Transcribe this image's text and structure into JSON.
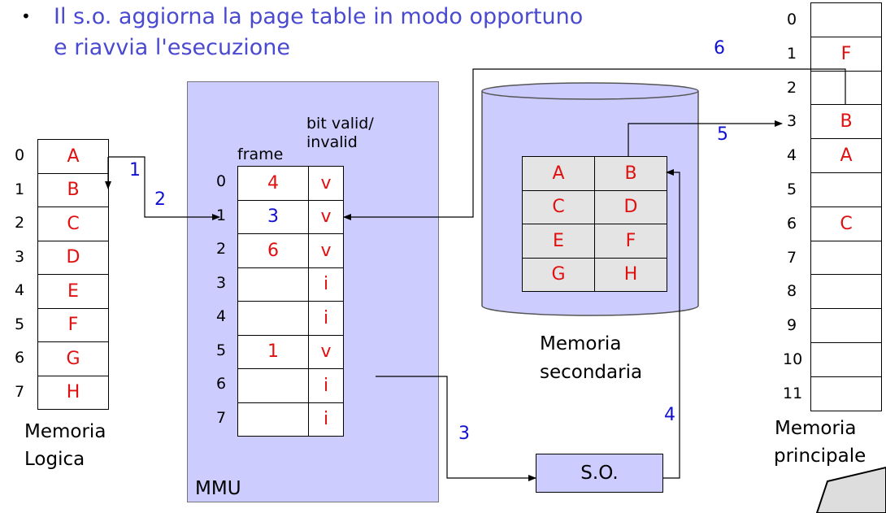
{
  "slide": {
    "bullet_line1": "Il s.o. aggiorna la page table in modo opportuno",
    "bullet_line2": "e riavvia l'esecuzione"
  },
  "logical_memory": {
    "caption_line1": "Memoria",
    "caption_line2": "Logica",
    "indices": [
      "0",
      "1",
      "2",
      "3",
      "4",
      "5",
      "6",
      "7"
    ],
    "pages": [
      "A",
      "B",
      "C",
      "D",
      "E",
      "F",
      "G",
      "H"
    ]
  },
  "mmu": {
    "label": "MMU",
    "frame_header": "frame",
    "bit_header_line1": "bit valid/",
    "bit_header_line2": "invalid",
    "rows": [
      {
        "index": "0",
        "frame": "4",
        "bit": "v"
      },
      {
        "index": "1",
        "frame": "3",
        "bit": "v"
      },
      {
        "index": "2",
        "frame": "6",
        "bit": "v"
      },
      {
        "index": "3",
        "frame": "",
        "bit": "i"
      },
      {
        "index": "4",
        "frame": "",
        "bit": "i"
      },
      {
        "index": "5",
        "frame": "1",
        "bit": "v"
      },
      {
        "index": "6",
        "frame": "",
        "bit": "i"
      },
      {
        "index": "7",
        "frame": "",
        "bit": "i"
      }
    ]
  },
  "secondary_memory": {
    "caption_line1": "Memoria",
    "caption_line2": "secondaria",
    "grid": [
      [
        "A",
        "B"
      ],
      [
        "C",
        "D"
      ],
      [
        "E",
        "F"
      ],
      [
        "G",
        "H"
      ]
    ]
  },
  "os": {
    "label": "S.O."
  },
  "main_memory": {
    "caption_line1": "Memoria",
    "caption_line2": "principale",
    "indices": [
      "0",
      "1",
      "2",
      "3",
      "4",
      "5",
      "6",
      "7",
      "8",
      "9",
      "10",
      "11"
    ],
    "frames": [
      "",
      "F",
      "",
      "B",
      "A",
      "",
      "C",
      "",
      "",
      "",
      "",
      ""
    ]
  },
  "steps": [
    "1",
    "2",
    "3",
    "4",
    "5",
    "6"
  ],
  "colors": {
    "text_blue": "#4a4ad0",
    "label_red": "#e01010",
    "step_blue": "#1010d0",
    "panel": "#ccccff"
  }
}
